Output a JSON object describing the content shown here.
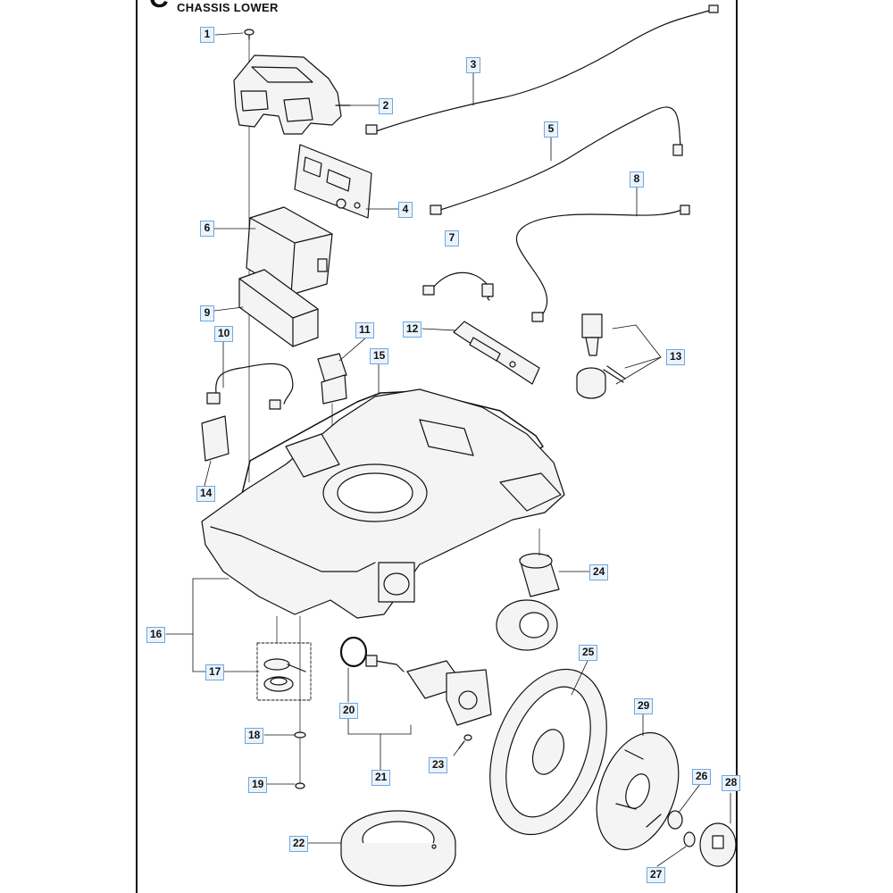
{
  "header": {
    "section_letter": "C",
    "section_title": "CHASSIS LOWER"
  },
  "callouts": {
    "p1": "1",
    "p2": "2",
    "p3": "3",
    "p4": "4",
    "p5": "5",
    "p6": "6",
    "p7": "7",
    "p8": "8",
    "p9": "9",
    "p10": "10",
    "p11": "11",
    "p12": "12",
    "p13": "13",
    "p14": "14",
    "p15": "15",
    "p16": "16",
    "p17": "17",
    "p18": "18",
    "p19": "19",
    "p20": "20",
    "p21": "21",
    "p22": "22",
    "p23": "23",
    "p24": "24",
    "p25": "25",
    "p26": "26",
    "p27": "27",
    "p28": "28",
    "p29": "29"
  },
  "colors": {
    "line": "#111111",
    "callout_border": "#6fa8dc",
    "callout_fill": "#eaf3fb",
    "part_fill": "#f4f4f4"
  }
}
